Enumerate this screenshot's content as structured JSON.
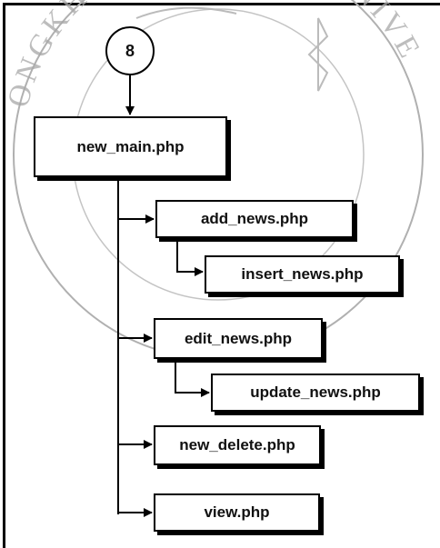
{
  "connector": {
    "label": "8"
  },
  "nodes": {
    "main": "new_main.php",
    "add_news": "add_news.php",
    "insert_news": "insert_news.php",
    "edit_news": "edit_news.php",
    "update_news": "update_news.php",
    "new_delete": "new_delete.php",
    "view": "view.php"
  },
  "watermark": {
    "text": "ONGKHLA RAJABHAT UNIVERSITY",
    "color": "#9a9a9a"
  },
  "colors": {
    "line": "#000000",
    "box_fill": "#ffffff"
  }
}
